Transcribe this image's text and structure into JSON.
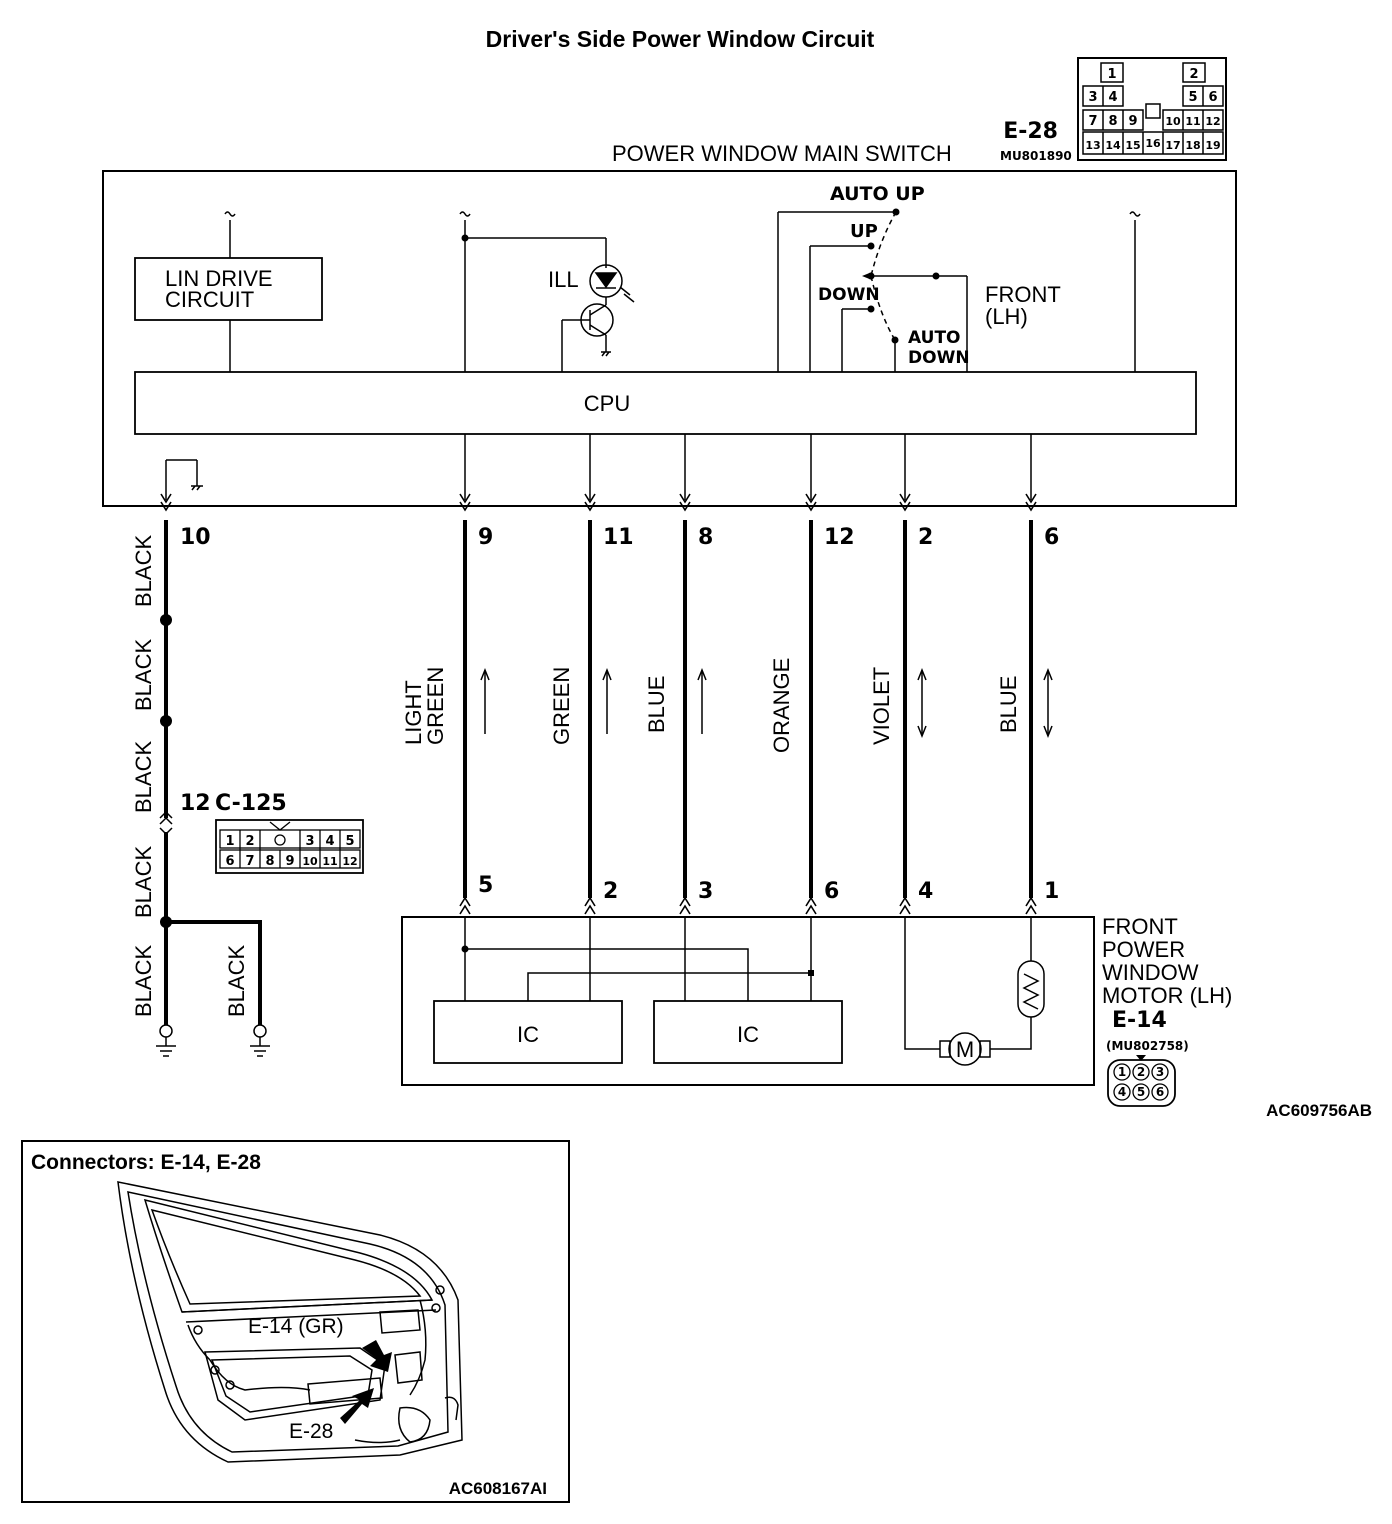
{
  "title": "Driver's Side Power Window Circuit",
  "switch": {
    "connector_id": "E-28",
    "name": "POWER WINDOW MAIN SWITCH",
    "part_no": "MU801890",
    "connector_pins_top": [
      "1",
      "2"
    ],
    "connector_pins_row2": [
      "3",
      "4",
      "5",
      "6"
    ],
    "connector_pins_row3": [
      "7",
      "8",
      "9",
      "10",
      "11",
      "12"
    ],
    "connector_pins_row4": [
      "13",
      "14",
      "15",
      "16",
      "17",
      "18",
      "19"
    ],
    "lin_drive_line1": "LIN DRIVE",
    "lin_drive_line2": "CIRCUIT",
    "ill_label": "ILL",
    "cpu_label": "CPU",
    "auto_up": "AUTO UP",
    "up": "UP",
    "down": "DOWN",
    "auto_down_1": "AUTO",
    "auto_down_2": "DOWN",
    "front_lh_1": "FRONT",
    "front_lh_2": "(LH)"
  },
  "wires": [
    {
      "top_pin": "9",
      "color_1": "LIGHT",
      "color_2": "GREEN",
      "bottom_pin": "5"
    },
    {
      "top_pin": "11",
      "color_1": "GREEN",
      "color_2": "",
      "bottom_pin": "2"
    },
    {
      "top_pin": "8",
      "color_1": "BLUE",
      "color_2": "",
      "bottom_pin": "3"
    },
    {
      "top_pin": "12",
      "color_1": "ORANGE",
      "color_2": "",
      "bottom_pin": "6"
    },
    {
      "top_pin": "2",
      "color_1": "VIOLET",
      "color_2": "",
      "bottom_pin": "4"
    },
    {
      "top_pin": "6",
      "color_1": "BLUE",
      "color_2": "",
      "bottom_pin": "1"
    }
  ],
  "ground": {
    "pin_top": "10",
    "segments": [
      "BLACK",
      "BLACK",
      "BLACK",
      "BLACK",
      "BLACK"
    ],
    "branch": "BLACK",
    "junction_pin": "12",
    "junction_connector": "C-125",
    "c125_row1": [
      "1",
      "2",
      "",
      "3",
      "4",
      "5"
    ],
    "c125_row2": [
      "6",
      "7",
      "8",
      "9",
      "10",
      "11",
      "12"
    ]
  },
  "motor": {
    "name_1": "FRONT",
    "name_2": "POWER",
    "name_3": "WINDOW",
    "name_4": "MOTOR (LH)",
    "connector_id": "E-14",
    "part_no": "(MU802758)",
    "pins": [
      "1",
      "2",
      "3",
      "4",
      "5",
      "6"
    ],
    "ic1": "IC",
    "ic2": "IC",
    "m": "M"
  },
  "diagram_code": "AC609756AB",
  "inset": {
    "title": "Connectors: E-14, E-28",
    "label_e14": "E-14 (GR)",
    "label_e28": "E-28",
    "code": "AC608167AI"
  }
}
